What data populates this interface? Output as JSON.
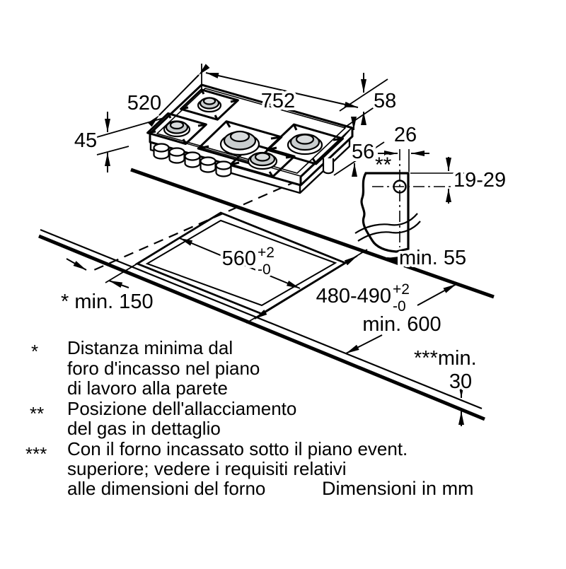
{
  "figure": {
    "unit_note": "Dimensioni in mm",
    "hob": {
      "width": "752",
      "depth": "520",
      "height": "45",
      "edge_profile": "58",
      "body_depth": "56"
    },
    "gas_detail": {
      "marker": "**",
      "offset_x": "26",
      "offset_y": "19-29"
    },
    "installation": {
      "cutout_width": "560",
      "cutout_width_tol_plus": "+2",
      "cutout_width_tol_minus": "-0",
      "cutout_depth": "480-490",
      "cutout_depth_tol_plus": "+2",
      "cutout_depth_tol_minus": "-0",
      "wall_clearance": "* min. 150",
      "rear_clearance": "min. 55",
      "worktop_depth": "min. 600",
      "oven_gap_prefix": "***min.",
      "oven_gap_value": "30"
    },
    "footnotes": [
      {
        "marker": "*",
        "lines": [
          "Distanza minima dal",
          "foro d'incasso nel piano",
          "di lavoro alla parete"
        ]
      },
      {
        "marker": "**",
        "lines": [
          "Posizione dell'allacciamento",
          "del gas in dettaglio"
        ]
      },
      {
        "marker": "***",
        "lines": [
          "Con il forno incassato sotto il piano event.",
          "superiore; vedere i requisiti relativi",
          "alle dimensioni del forno"
        ]
      }
    ],
    "colors": {
      "line": "#000000",
      "burner_cap": "#c9cdce",
      "burner_cap_top": "#d8dbdc",
      "background": "#ffffff"
    }
  }
}
